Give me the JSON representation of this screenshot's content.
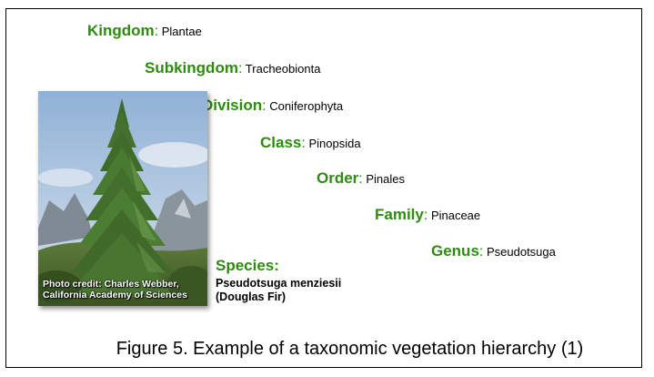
{
  "hierarchy": [
    {
      "rank": "Kingdom",
      "value": "Plantae"
    },
    {
      "rank": "Subkingdom",
      "value": "Tracheobionta"
    },
    {
      "rank": "Division",
      "value": "Coniferophyta"
    },
    {
      "rank": "Class",
      "value": "Pinopsida"
    },
    {
      "rank": "Order",
      "value": "Pinales"
    },
    {
      "rank": "Family",
      "value": "Pinaceae"
    },
    {
      "rank": "Genus",
      "value": "Pseudotsuga"
    }
  ],
  "species": {
    "label": "Species:",
    "line1": "Pseudotsuga menziesii",
    "line2": "(Douglas Fir)"
  },
  "photo": {
    "credit_line1": "Photo credit: Charles Webber,",
    "credit_line2": "California Academy of Sciences"
  },
  "caption": "Figure 5.  Example of a taxonomic vegetation hierarchy (1)",
  "colors": {
    "rank_green": "#2e8b10"
  }
}
